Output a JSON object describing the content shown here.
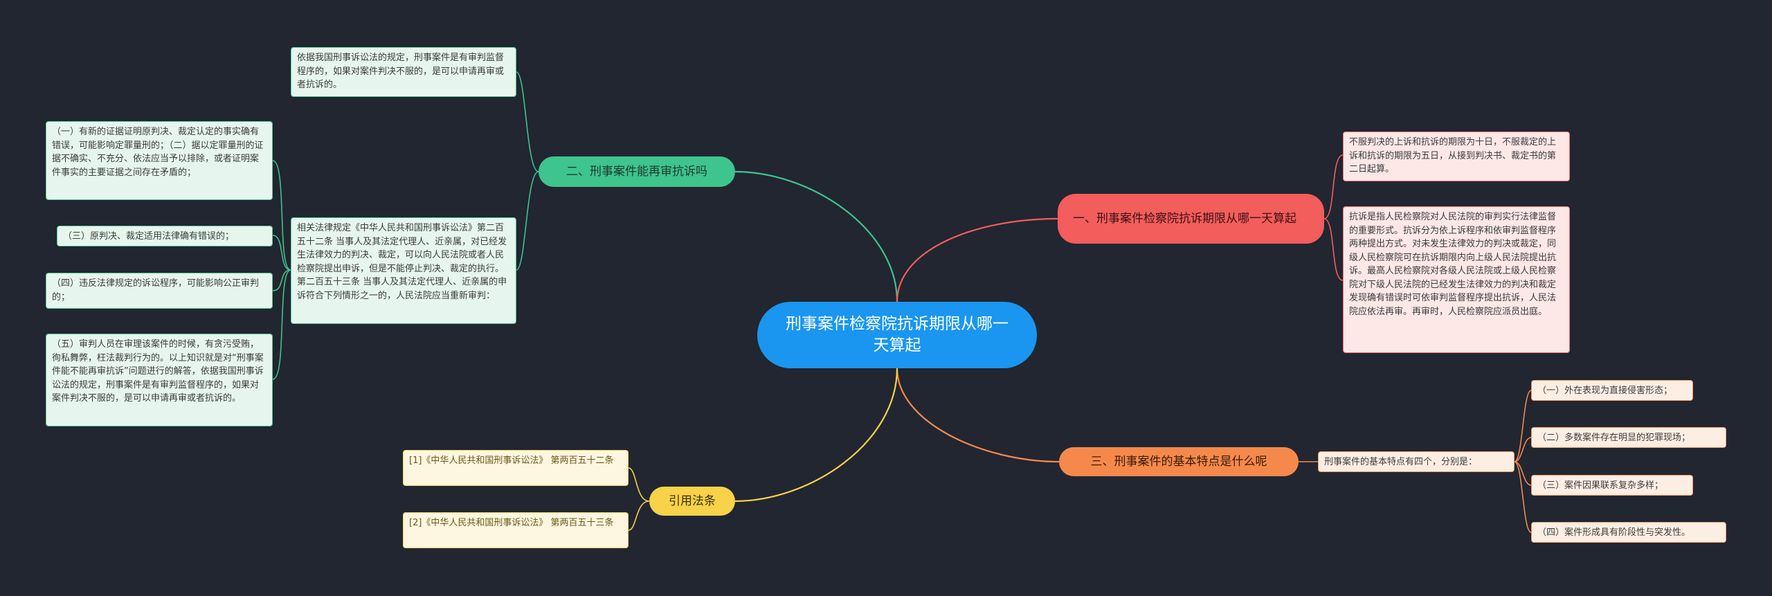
{
  "central": "刑事案件检察院抗诉期限从哪一天算起",
  "branches": {
    "retrial": {
      "label": "二、刑事案件能再审抗诉吗",
      "leaf1": "依据我国刑事诉讼法的规定，刑事案件是有审判监督程序的，如果对案件判决不服的，是可以申请再审或者抗诉的。",
      "leaf2": "相关法律规定《中华人民共和国刑事诉讼法》第二百五十二条 当事人及其法定代理人、近亲属，对已经发生法律效力的判决、裁定，可以向人民法院或者人民检察院提出申诉，但是不能停止判决、裁定的执行。第二百五十三条 当事人及其法定代理人、近亲属的申诉符合下列情形之一的，人民法院应当重新审判：",
      "items": [
        "（一）有新的证据证明原判决、裁定认定的事实确有错误，可能影响定罪量刑的；（二）据以定罪量刑的证据不确实、不充分、依法应当予以排除，或者证明案件事实的主要证据之间存在矛盾的；",
        "（三）原判决、裁定适用法律确有错误的；",
        "（四）违反法律规定的诉讼程序，可能影响公正审判的；",
        "（五）审判人员在审理该案件的时候，有贪污受贿，徇私舞弊，枉法裁判行为的。以上知识就是对“刑事案件能不能再审抗诉”问题进行的解答，依据我国刑事诉讼法的规定，刑事案件是有审判监督程序的，如果对案件判决不服的，是可以申请再审或者抗诉的。"
      ]
    },
    "period": {
      "label": "一、刑事案件检察院抗诉期限从哪一天算起",
      "leaf1": "不服判决的上诉和抗诉的期限为十日，不服裁定的上诉和抗诉的期限为五日，从接到判决书、裁定书的第二日起算。",
      "leaf2": "抗诉是指人民检察院对人民法院的审判实行法律监督的重要形式。抗诉分为依上诉程序和依审判监督程序两种提出方式。对未发生法律效力的判决或裁定，同级人民检察院可在抗诉期限内向上级人民法院提出抗诉。最高人民检察院对各级人民法院或上级人民检察院对下级人民法院的已经发生法律效力的判决和裁定发现确有错误时可依审判监督程序提出抗诉，人民法院应依法再审。再审时，人民检察院应派员出庭。"
    },
    "features": {
      "label": "三、刑事案件的基本特点是什么呢",
      "intro": "刑事案件的基本特点有四个，分别是：",
      "items": [
        "（一）外在表现为直接侵害形态；",
        "（二）多数案件存在明显的犯罪现场；",
        "（三）案件因果联系复杂多样；",
        "（四）案件形成具有阶段性与突发性。"
      ]
    },
    "laws": {
      "label": "引用法条",
      "items": [
        "[1]《中华人民共和国刑事诉讼法》 第两百五十二条",
        "[2]《中华人民共和国刑事诉讼法》 第两百五十三条"
      ]
    }
  },
  "colors": {
    "background": "#212631",
    "central": "#1a96f0",
    "green": "#3ec48d",
    "red": "#f35d5c",
    "orange": "#f5894b",
    "yellow": "#f8d248"
  }
}
